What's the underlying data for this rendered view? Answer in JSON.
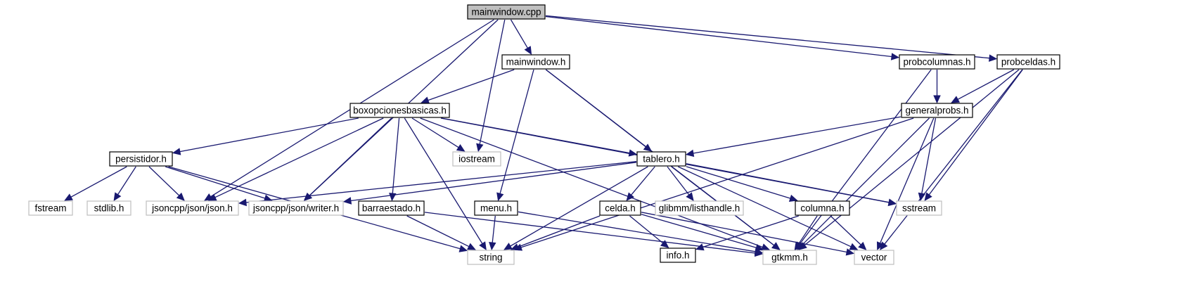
{
  "graph": {
    "nodes": [
      {
        "id": "mainwindow_cpp",
        "label": "mainwindow.cpp",
        "kind": "root"
      },
      {
        "id": "mainwindow_h",
        "label": "mainwindow.h",
        "kind": "local"
      },
      {
        "id": "probcolumnas_h",
        "label": "probcolumnas.h",
        "kind": "local"
      },
      {
        "id": "probceldas_h",
        "label": "probceldas.h",
        "kind": "local"
      },
      {
        "id": "boxopcionesbasicas_h",
        "label": "boxopcionesbasicas.h",
        "kind": "local"
      },
      {
        "id": "generalprobs_h",
        "label": "generalprobs.h",
        "kind": "local"
      },
      {
        "id": "persistidor_h",
        "label": "persistidor.h",
        "kind": "local"
      },
      {
        "id": "iostream",
        "label": "iostream",
        "kind": "external"
      },
      {
        "id": "tablero_h",
        "label": "tablero.h",
        "kind": "local"
      },
      {
        "id": "fstream",
        "label": "fstream",
        "kind": "external"
      },
      {
        "id": "stdlib_h",
        "label": "stdlib.h",
        "kind": "external"
      },
      {
        "id": "json_h",
        "label": "jsoncpp/json/json.h",
        "kind": "external"
      },
      {
        "id": "writer_h",
        "label": "jsoncpp/json/writer.h",
        "kind": "external"
      },
      {
        "id": "barraestado_h",
        "label": "barraestado.h",
        "kind": "local"
      },
      {
        "id": "menu_h",
        "label": "menu.h",
        "kind": "local"
      },
      {
        "id": "celda_h",
        "label": "celda.h",
        "kind": "local"
      },
      {
        "id": "listhandle_h",
        "label": "glibmm/listhandle.h",
        "kind": "external"
      },
      {
        "id": "columna_h",
        "label": "columna.h",
        "kind": "local"
      },
      {
        "id": "sstream",
        "label": "sstream",
        "kind": "external"
      },
      {
        "id": "info_h",
        "label": "info.h",
        "kind": "local"
      },
      {
        "id": "string",
        "label": "string",
        "kind": "external"
      },
      {
        "id": "gtkmm_h",
        "label": "gtkmm.h",
        "kind": "external"
      },
      {
        "id": "vector",
        "label": "vector",
        "kind": "external"
      }
    ],
    "edges": [
      [
        "mainwindow_cpp",
        "mainwindow_h"
      ],
      [
        "mainwindow_cpp",
        "iostream"
      ],
      [
        "mainwindow_cpp",
        "json_h"
      ],
      [
        "mainwindow_cpp",
        "writer_h"
      ],
      [
        "mainwindow_cpp",
        "probcolumnas_h"
      ],
      [
        "mainwindow_cpp",
        "probceldas_h"
      ],
      [
        "mainwindow_h",
        "boxopcionesbasicas_h"
      ],
      [
        "mainwindow_h",
        "tablero_h"
      ],
      [
        "mainwindow_h",
        "menu_h"
      ],
      [
        "mainwindow_h",
        "gtkmm_h"
      ],
      [
        "boxopcionesbasicas_h",
        "persistidor_h"
      ],
      [
        "boxopcionesbasicas_h",
        "iostream"
      ],
      [
        "boxopcionesbasicas_h",
        "tablero_h"
      ],
      [
        "boxopcionesbasicas_h",
        "json_h"
      ],
      [
        "boxopcionesbasicas_h",
        "writer_h"
      ],
      [
        "boxopcionesbasicas_h",
        "barraestado_h"
      ],
      [
        "boxopcionesbasicas_h",
        "sstream"
      ],
      [
        "boxopcionesbasicas_h",
        "gtkmm_h"
      ],
      [
        "boxopcionesbasicas_h",
        "string"
      ],
      [
        "persistidor_h",
        "fstream"
      ],
      [
        "persistidor_h",
        "stdlib_h"
      ],
      [
        "persistidor_h",
        "json_h"
      ],
      [
        "persistidor_h",
        "writer_h"
      ],
      [
        "persistidor_h",
        "string"
      ],
      [
        "probcolumnas_h",
        "generalprobs_h"
      ],
      [
        "probcolumnas_h",
        "gtkmm_h"
      ],
      [
        "probceldas_h",
        "generalprobs_h"
      ],
      [
        "probceldas_h",
        "sstream"
      ],
      [
        "probceldas_h",
        "gtkmm_h"
      ],
      [
        "probceldas_h",
        "vector"
      ],
      [
        "generalprobs_h",
        "tablero_h"
      ],
      [
        "generalprobs_h",
        "sstream"
      ],
      [
        "generalprobs_h",
        "gtkmm_h"
      ],
      [
        "generalprobs_h",
        "vector"
      ],
      [
        "generalprobs_h",
        "string"
      ],
      [
        "tablero_h",
        "json_h"
      ],
      [
        "tablero_h",
        "writer_h"
      ],
      [
        "tablero_h",
        "celda_h"
      ],
      [
        "tablero_h",
        "listhandle_h"
      ],
      [
        "tablero_h",
        "columna_h"
      ],
      [
        "tablero_h",
        "sstream"
      ],
      [
        "tablero_h",
        "gtkmm_h"
      ],
      [
        "tablero_h",
        "vector"
      ],
      [
        "tablero_h",
        "string"
      ],
      [
        "barraestado_h",
        "string"
      ],
      [
        "barraestado_h",
        "gtkmm_h"
      ],
      [
        "menu_h",
        "string"
      ],
      [
        "menu_h",
        "gtkmm_h"
      ],
      [
        "celda_h",
        "info_h"
      ],
      [
        "celda_h",
        "string"
      ],
      [
        "celda_h",
        "gtkmm_h"
      ],
      [
        "celda_h",
        "vector"
      ],
      [
        "columna_h",
        "info_h"
      ],
      [
        "columna_h",
        "gtkmm_h"
      ],
      [
        "columna_h",
        "vector"
      ]
    ]
  }
}
